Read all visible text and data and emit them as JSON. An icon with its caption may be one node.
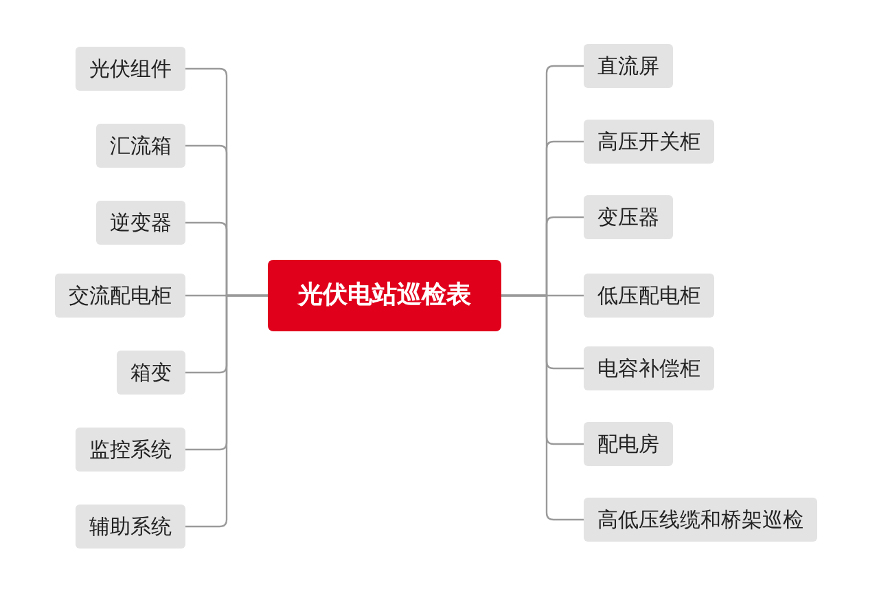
{
  "diagram": {
    "nodes": [
      {
        "text": [
          "光伏电站巡检表"
        ]
      },
      {
        "text": [
          "光伏组件"
        ]
      },
      {
        "text": [
          "汇流箱"
        ]
      },
      {
        "text": [
          "逆变器"
        ]
      },
      {
        "text": [
          "交流配电柜"
        ]
      },
      {
        "text": [
          "箱变"
        ]
      },
      {
        "text": [
          "监控系统"
        ]
      },
      {
        "text": [
          "辅助系统"
        ]
      },
      {
        "text": [
          "直流屏"
        ]
      },
      {
        "text": [
          "高压开关柜"
        ]
      },
      {
        "text": [
          "变压器"
        ]
      },
      {
        "text": [
          "低压配电柜"
        ]
      },
      {
        "text": [
          "电容补偿柜"
        ]
      },
      {
        "text": [
          "配电房"
        ]
      },
      {
        "text": [
          "高低压线缆和桥架巡检"
        ]
      }
    ],
    "edges": [
      {
        "from": 0,
        "to": 1,
        "arrow": "none"
      },
      {
        "from": 0,
        "to": 2,
        "arrow": "none"
      },
      {
        "from": 0,
        "to": 3,
        "arrow": "none"
      },
      {
        "from": 0,
        "to": 4,
        "arrow": "none"
      },
      {
        "from": 0,
        "to": 5,
        "arrow": "none"
      },
      {
        "from": 0,
        "to": 6,
        "arrow": "none"
      },
      {
        "from": 0,
        "to": 7,
        "arrow": "none"
      },
      {
        "from": 0,
        "to": 8,
        "arrow": "none"
      },
      {
        "from": 0,
        "to": 9,
        "arrow": "none"
      },
      {
        "from": 0,
        "to": 10,
        "arrow": "none"
      },
      {
        "from": 0,
        "to": 11,
        "arrow": "none"
      },
      {
        "from": 0,
        "to": 12,
        "arrow": "none"
      },
      {
        "from": 0,
        "to": 13,
        "arrow": "none"
      },
      {
        "from": 0,
        "to": 14,
        "arrow": "none"
      }
    ]
  }
}
